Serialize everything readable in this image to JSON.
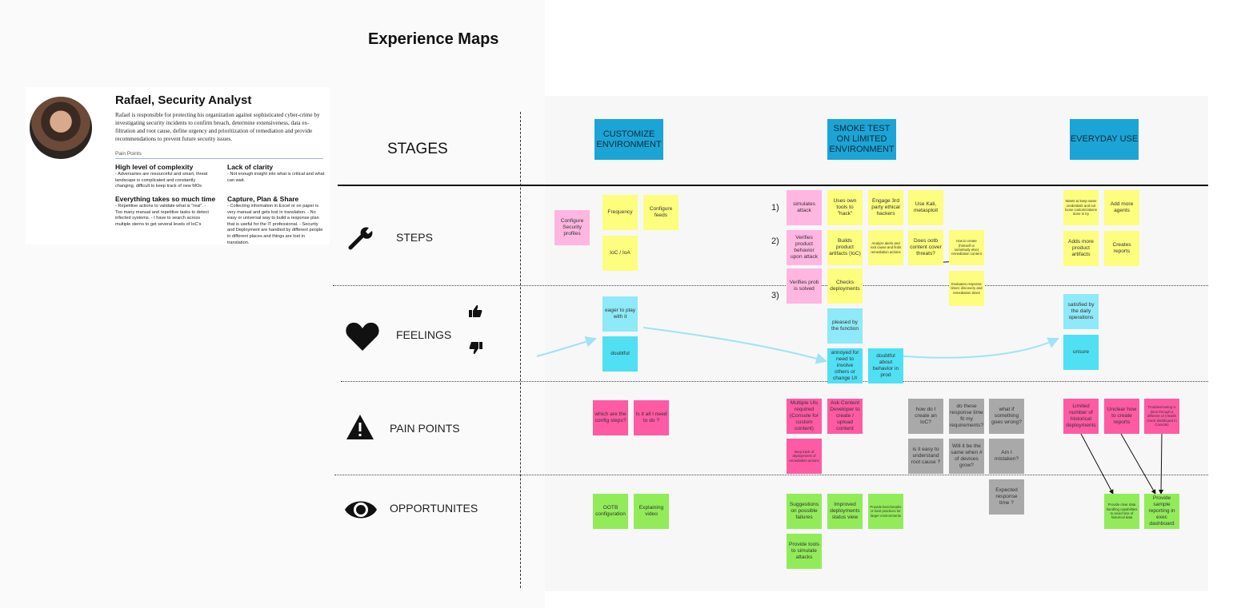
{
  "title": "Experience Maps",
  "persona": {
    "name": "Rafael, Security Analyst",
    "description": "Rafael is responsible for protecting his organization against sophisticated cyber-crime by investigating security incidents to confirm breach, determine extensiveness, data ex-filtration and root cause, define urgency and prioritization of remediation and provide recommendations to prevent future security issues.",
    "pain_points_label": "Pain Points",
    "sections": [
      {
        "heading": "High level of complexity",
        "text": "- Adversaries are resourceful and smart, threat landscape is complicated and constantly changing, difficult to keep track of new MOs"
      },
      {
        "heading": "Lack of clarity",
        "text": "- Not enough insight into what is critical and what can wait."
      },
      {
        "heading": "Everything takes so much time",
        "text": "- Repetitive actions to validate what is \"real\". - Too many manual and repetitive tasks to detect infected systems. - I have to search across multiple sterns to get several levels of IoC's"
      },
      {
        "heading": "Capture, Plan & Share",
        "text": "- Collecting information in Excel or on paper is very manual and gets lost in translation. - No easy or universal way to build a response plan that is useful for the IT professional. - Security and Deployment are handled by different people in different places and things are lost in translation."
      }
    ]
  },
  "stages_label": "STAGES",
  "stages": [
    "CUSTOMIZE ENVIRONMENT",
    "SMOKE TEST ON LIMITED ENVIRONMENT",
    "EVERYDAY USE"
  ],
  "rows": {
    "steps": "STEPS",
    "feelings": "FEELINGS",
    "pain_points": "PAIN POINTS",
    "opportunities": "OPPORTUNITES"
  },
  "step_numbers": [
    "1)",
    "2)",
    "3)"
  ],
  "notes": {
    "configure_security": "Configure Security profiles",
    "frequency": "Frequency",
    "configure_feeds": "Configure feeds",
    "ioc_ioa": "IoC / IoA",
    "simulates_attack": "simulates attack",
    "uses_own_tools": "Uses own tools to \"hack\"",
    "engage_3rd": "Engage 3rd party ethical hackers",
    "use_kali": "Use Kali, metasploit",
    "verifies_behavior": "Verifies product behavior upon attack",
    "builds_artifacts": "Builds product artifacts (IoC)",
    "analyze_alerts": "Analyze alerts and root cause and finds remediation actions",
    "does_ootb": "Does ootb content cover threats?",
    "has_to_create": "Has to create (himself or somebody else) remediation content",
    "verifies_prob": "Verifies prob is solved",
    "checks_deployments": "Checks deployments",
    "evaluates_response": "Evaluates response times: discovery and remediation times",
    "wants_to_keep": "Wants to keep same credentials and not loose customizations done in try",
    "add_more_agents": "Add more agents",
    "adds_more_artifacts": "Adds more product artifacts",
    "creates_reports": "Creates reports",
    "eager": "eager to play with it",
    "doubtful": "doubtful",
    "pleased": "pleased by the function",
    "annoyed": "annoyed for need to involve others or change UI",
    "doubtful_prod": "doubtful about behavior in prod",
    "satisfied": "satisfied by the daily operations",
    "unsure": "unsure",
    "which_config": "which are the config steps?",
    "is_it_all": "Is it all I need to do ?",
    "multiple_uis": "Multiple UIs required (Console for custom content)",
    "ask_content_dev": "Ask Content Developer to create / upload content",
    "keep_track": "keep track of deployments of remediation actions",
    "how_create_ioc": "how do I create an IoC?",
    "response_time_fit": "do these response time fit my requirements?",
    "what_goes_wrong": "what if something goes wrong?",
    "is_it_easy": "is it easy to understand root cause ?",
    "will_it_be_same": "Will it be the same when # of devices grow?",
    "am_i_mistaken": "Am I mistaken?",
    "limited_number": "Limited number of historical deployments",
    "unclear_reports": "Unclear how to create reports",
    "troubleshooting": "Troubleshooting is done through a different UI (Health check dashboard in Console)",
    "expected_response": "Expected response time ?",
    "ootb_config": "OOTB configuration",
    "explaining_video": "Explaining video",
    "suggestions": "Suggestions on possible failures",
    "improved_deploy": "Improved deployments status view",
    "provide_benchmarks": "Provide benchmarks or best practices for larger environments",
    "provide_tools": "Provide tools to simulate attacks",
    "provide_clear_data": "Provide clear data handling capabilities to avoid loss of historical data",
    "provide_sample": "Provide sample reporting in exec dashboard"
  },
  "colors": {
    "stage": "#1ba4d6",
    "yellow": "#fdfd7e",
    "pink": "#ffb6e0",
    "cyan": "#4fe0f4",
    "magenta": "#ff5aa4",
    "gray": "#a9a9a9",
    "green": "#92ec5a",
    "flow_line": "#9fe3f5"
  },
  "icons": {
    "steps": "wrench-icon",
    "feelings": "heart-icon",
    "pain_points": "warning-icon",
    "opportunities": "eye-icon",
    "thumbs_up": "thumbs-up-icon",
    "thumbs_down": "thumbs-down-icon"
  }
}
